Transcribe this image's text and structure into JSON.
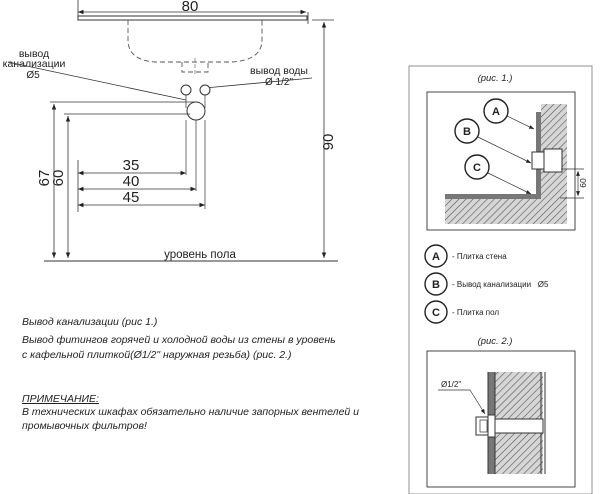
{
  "drawing": {
    "dim_width": "80",
    "dim_height": "90",
    "dim_67": "67",
    "dim_60": "60",
    "dim_35": "35",
    "dim_40": "40",
    "dim_45": "45",
    "drain_label_line1": "вывод",
    "drain_label_line2": "канализации",
    "drain_label_line3": "Ø5",
    "water_label_line1": "вывод воды",
    "water_label_line2": "Ø 1/2\"",
    "floor_label": "уровень пола"
  },
  "notes": {
    "drain_note": "Вывод канализации (рис 1.)",
    "water_note_line1": "Вывод фитингов горячей и холодной воды из стены в уровень",
    "water_note_line2": "с кафельной плиткой(Ø1/2\" наружная резьба) (рис. 2.)",
    "remark_title": "ПРИМЕЧАНИЕ:",
    "remark_line1": "В технических шкафах обязательно наличие запорных вентелей и",
    "remark_line2": "промывочных фильтров!"
  },
  "fig1": {
    "caption": "(рис. 1.)",
    "letter_a": "A",
    "letter_b": "B",
    "letter_c": "C",
    "dim_60": "60"
  },
  "legend": [
    {
      "letter": "A",
      "text": "- Плитка стена"
    },
    {
      "letter": "B",
      "text": "- Вывод канализации   Ø5"
    },
    {
      "letter": "C",
      "text": "- Плитка пол"
    }
  ],
  "fig2": {
    "caption": "(рис. 2.)",
    "dim_label": "Ø1/2\""
  }
}
